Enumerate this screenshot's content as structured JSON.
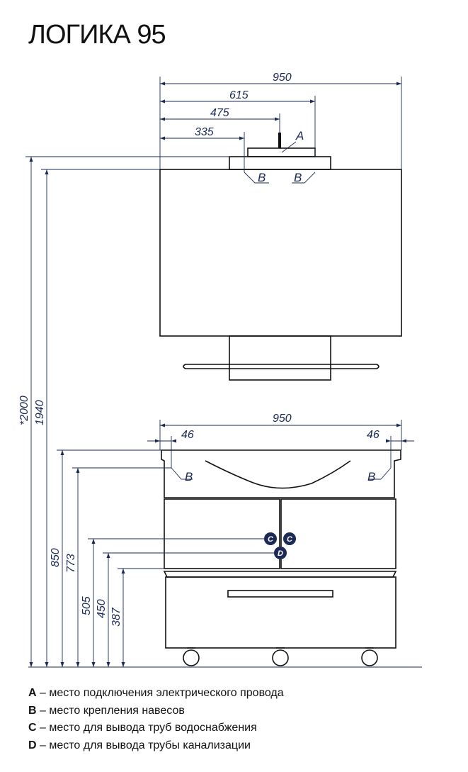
{
  "title": "ЛОГИКА 95",
  "mirror": {
    "dims_horizontal": [
      "950",
      "615",
      "475",
      "335"
    ],
    "marks": {
      "a": "A",
      "b_left": "B",
      "b_right": "B"
    }
  },
  "vanity": {
    "dims_horizontal": {
      "width": "950",
      "left_offset": "46",
      "right_offset": "46"
    },
    "marks": {
      "b_left": "B",
      "b_right": "B",
      "c_left": "C",
      "c_right": "C",
      "d": "D"
    }
  },
  "heights": {
    "total": "*2000",
    "mirror_top": "1940",
    "vanity_top": "850",
    "basin_mount": "773",
    "water_pipes": "505",
    "drain": "450",
    "drawer_top": "387"
  },
  "legend": [
    {
      "letter": "A",
      "text": " – место подключения электрического провода"
    },
    {
      "letter": "B",
      "text": " – место крепления навесов"
    },
    {
      "letter": "C",
      "text": " – место для вывода труб водоснабжения"
    },
    {
      "letter": "D",
      "text": " – место для вывода трубы канализации"
    }
  ],
  "colors": {
    "dimension_lines": "#1b2a55",
    "outline": "#111111",
    "marker_fill": "#1b2a55"
  }
}
